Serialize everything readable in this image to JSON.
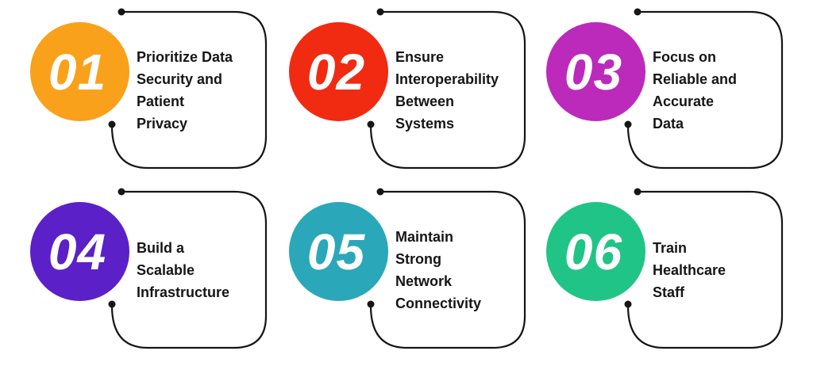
{
  "background": "#ffffff",
  "outline_color": "#161616",
  "title_color": "#161616",
  "number_color": "#ffffff",
  "items": [
    {
      "number": "01",
      "color": "#F9A11B",
      "title_lines": [
        "Prioritize Data",
        "Security and",
        "Patient",
        "Privacy"
      ]
    },
    {
      "number": "02",
      "color": "#F02B12",
      "title_lines": [
        "Ensure",
        "Interoperability",
        "Between",
        "Systems"
      ]
    },
    {
      "number": "03",
      "color": "#BB2ABB",
      "title_lines": [
        "Focus on",
        "Reliable and",
        "Accurate",
        "Data"
      ]
    },
    {
      "number": "04",
      "color": "#5B20C8",
      "title_lines": [
        "Build a",
        "Scalable",
        "Infrastructure"
      ]
    },
    {
      "number": "05",
      "color": "#2AA7B8",
      "title_lines": [
        "Maintain",
        "Strong",
        "Network",
        "Connectivity"
      ]
    },
    {
      "number": "06",
      "color": "#21C487",
      "title_lines": [
        "Train",
        "Healthcare",
        "Staff"
      ]
    }
  ]
}
